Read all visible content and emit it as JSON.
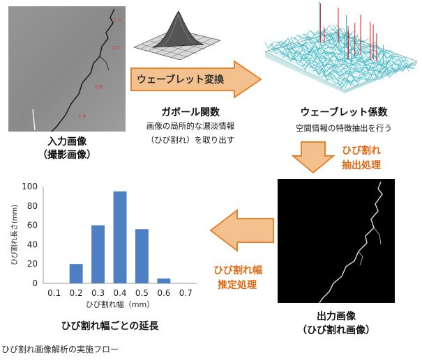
{
  "input": {
    "title": "入力画像",
    "subtitle": "（撮影画像）",
    "annotations": [
      "1.0",
      "2.0",
      "0.8",
      "1.4"
    ]
  },
  "gabor": {
    "title": "ガボール関数",
    "desc_line1": "画像の局所的な濃淡情報",
    "desc_line2": "（ひび割れ）を取り出す"
  },
  "wavelet_arrow": {
    "label": "ウェーブレット変換"
  },
  "wavelet": {
    "title": "ウェーブレット係数",
    "desc": "空間情報の特徴抽出を行う"
  },
  "extract_arrow": {
    "line1": "ひび割れ",
    "line2": "抽出処理"
  },
  "output": {
    "title": "出力画像",
    "subtitle": "（ひび割れ画像）"
  },
  "estimate_arrow": {
    "line1": "ひび割れ幅",
    "line2": "推定処理"
  },
  "chart_caption": "ひび割れ幅ごとの延長",
  "figure_caption": "ひび割れ画像解析の実施フロー",
  "colors": {
    "arrow_fill": "#f3c18e",
    "arrow_stroke": "#e9822f",
    "arrow_text_dark": "#333333",
    "arrow_text_orange": "#e06a16",
    "bar": "#4f7fc3",
    "wavelet_mesh": "#3fb6c2",
    "wavelet_peak": "#d0202a"
  },
  "chart_data": {
    "type": "bar",
    "categories": [
      "0.1",
      "0.2",
      "0.3",
      "0.4",
      "0.5",
      "0.6",
      "0.7"
    ],
    "values": [
      0,
      20,
      60,
      95,
      56,
      5,
      0
    ],
    "xlabel": "ひび割れ幅（mm）",
    "ylabel": "ひび割れ長さ(mm)",
    "ylim": [
      0,
      100
    ],
    "yticks": [
      0,
      20,
      40,
      60,
      80,
      100
    ],
    "grid": false
  }
}
